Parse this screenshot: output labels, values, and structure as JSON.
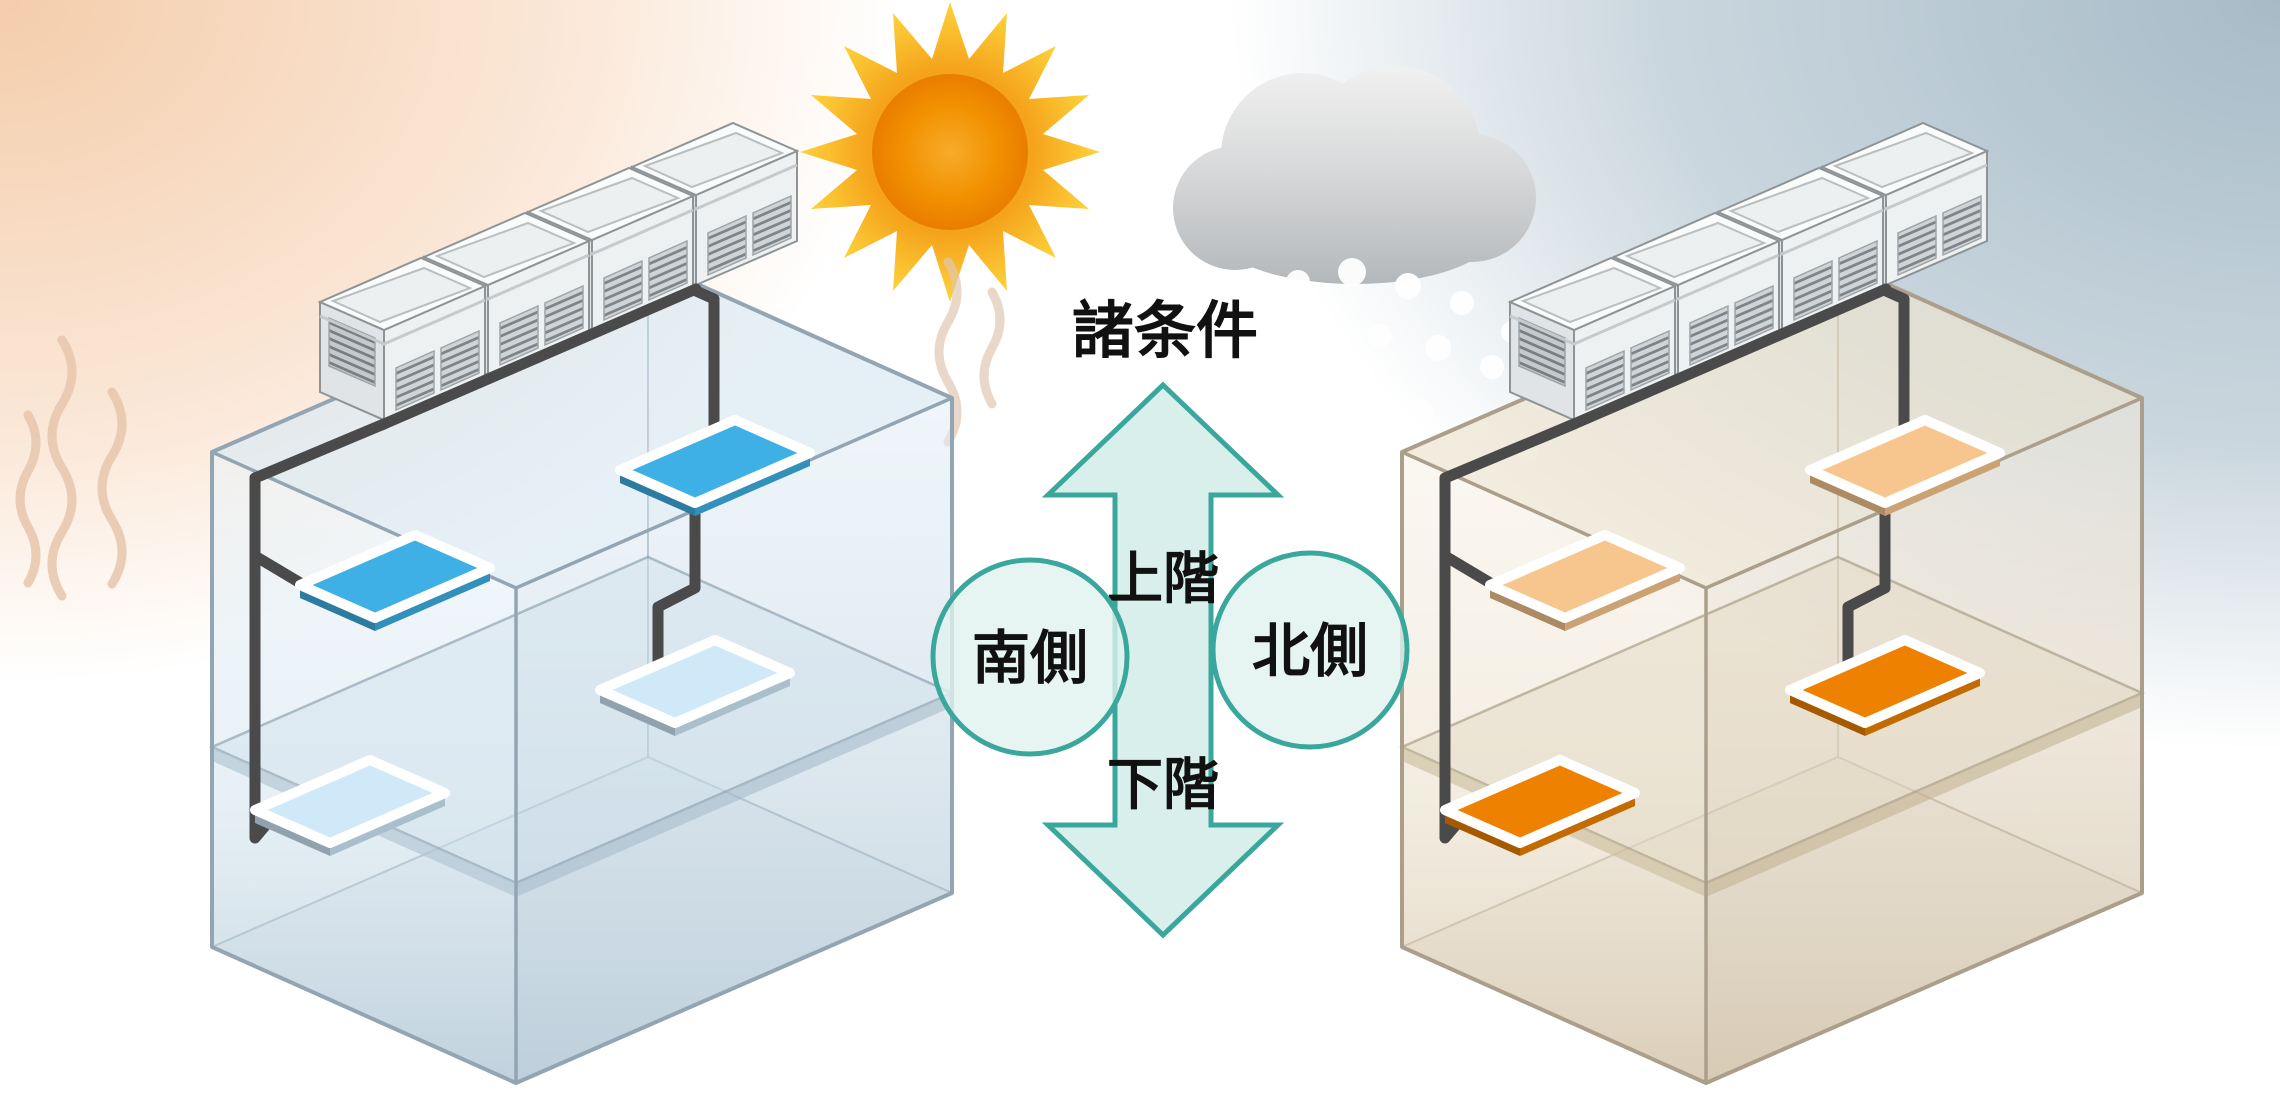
{
  "labels": {
    "title": "諸条件",
    "upper_floor": "上階",
    "lower_floor": "下階",
    "south_side": "南側",
    "north_side": "北側"
  },
  "colors": {
    "teal": "#3aa79d",
    "arrow_fill": "#d9efeb",
    "circle_fill": "#e0f2ee",
    "cool_strong": "#3fb0e5",
    "cool_light": "#cfe9f8",
    "warm_strong": "#ee8200",
    "warm_light": "#f7c68e",
    "pipe": "#4a4a4a",
    "sun_core": "#f29100",
    "sun_rays": "#fdd33c",
    "cloud": "#c6c9cb",
    "warm_bg": "#f4cdab",
    "cool_bg": "#a7bbc7",
    "text": "#111111"
  },
  "icons": {
    "south_weather": "sun-icon",
    "north_weather": "snow-cloud-icon",
    "south_effect": "heat-wave-icon",
    "north_effect": "snowfall-dots"
  }
}
